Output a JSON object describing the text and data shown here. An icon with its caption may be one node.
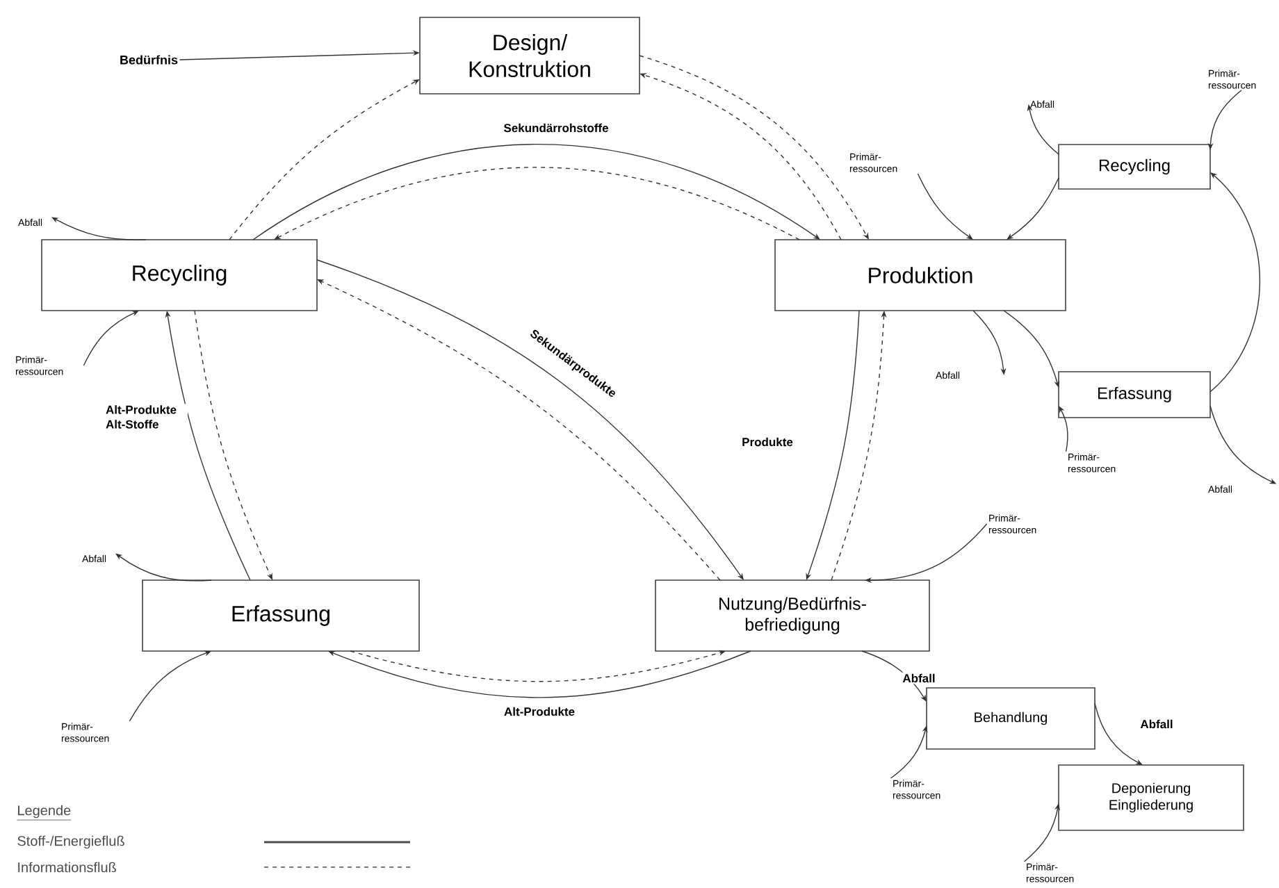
{
  "diagram": {
    "nodes": [
      {
        "text": [
          "Design/ Konstruktion"
        ]
      },
      {
        "text": [
          "Bedürfnis"
        ]
      },
      {
        "text": [
          "Recycling"
        ]
      },
      {
        "text": [
          "Abfall"
        ]
      },
      {
        "text": [
          "Primär- ressourcen"
        ]
      },
      {
        "text": [
          "Produktion"
        ]
      },
      {
        "text": [
          "Primär- ressourcen"
        ]
      },
      {
        "text": [
          "Recycling"
        ]
      },
      {
        "text": [
          "Abfall"
        ]
      },
      {
        "text": [
          "Primär- ressourcen"
        ]
      },
      {
        "text": [
          "Abfall"
        ]
      },
      {
        "text": [
          "Erfassung"
        ]
      },
      {
        "text": [
          "Primär- ressourcen"
        ]
      },
      {
        "text": [
          "Abfall"
        ]
      },
      {
        "text": [
          "Erfassung"
        ]
      },
      {
        "text": [
          "Abfall"
        ]
      },
      {
        "text": [
          "Primär- ressourcen"
        ]
      },
      {
        "text": [
          "Nutzung/Bedürfnis- befriedigung"
        ]
      },
      {
        "text": [
          "Primär- ressourcen"
        ]
      },
      {
        "text": [
          "Behandlung"
        ]
      },
      {
        "text": [
          "Primär- ressourcen"
        ]
      },
      {
        "text": [
          "Deponierung Eingliederung"
        ]
      },
      {
        "text": [
          "Primär- ressourcen"
        ]
      }
    ],
    "edges": [
      {
        "from": 1,
        "to": 0,
        "arrow": "to"
      },
      {
        "from": 2,
        "to": 0,
        "arrow": "to",
        "style": "dashed"
      },
      {
        "from": 0,
        "to": 5,
        "arrow": "to",
        "style": "dashed"
      },
      {
        "from": 5,
        "to": 0,
        "arrow": "to",
        "style": "dashed"
      },
      {
        "from": 2,
        "to": 5,
        "arrow": "to",
        "label": "Sekundärrohstoffe"
      },
      {
        "from": 5,
        "to": 2,
        "arrow": "to",
        "style": "dashed"
      },
      {
        "from": 2,
        "to": 3,
        "arrow": "to"
      },
      {
        "from": 4,
        "to": 2,
        "arrow": "to"
      },
      {
        "from": 2,
        "to": 17,
        "arrow": "to",
        "label": "Sekundärprodukte"
      },
      {
        "from": 17,
        "to": 2,
        "arrow": "to",
        "style": "dashed"
      },
      {
        "from": 5,
        "to": 17,
        "arrow": "to",
        "label": "Produkte"
      },
      {
        "from": 17,
        "to": 5,
        "arrow": "to",
        "style": "dashed"
      },
      {
        "from": 17,
        "to": 14,
        "arrow": "to",
        "label": "Alt-Produkte"
      },
      {
        "from": 14,
        "to": 17,
        "arrow": "to",
        "style": "dashed"
      },
      {
        "from": 14,
        "to": 2,
        "arrow": "to",
        "label": "Alt-Produkte Alt-Stoffe"
      },
      {
        "from": 2,
        "to": 14,
        "arrow": "to",
        "style": "dashed"
      },
      {
        "from": 14,
        "to": 15,
        "arrow": "to"
      },
      {
        "from": 16,
        "to": 14,
        "arrow": "to"
      },
      {
        "from": 6,
        "to": 5,
        "arrow": "to"
      },
      {
        "from": 7,
        "to": 5,
        "arrow": "to"
      },
      {
        "from": 7,
        "to": 8,
        "arrow": "to"
      },
      {
        "from": 9,
        "to": 7,
        "arrow": "to"
      },
      {
        "from": 5,
        "to": 10,
        "arrow": "to"
      },
      {
        "from": 5,
        "to": 11,
        "arrow": "to"
      },
      {
        "from": 11,
        "to": 7,
        "arrow": "to"
      },
      {
        "from": 12,
        "to": 11,
        "arrow": "to"
      },
      {
        "from": 11,
        "to": 13,
        "arrow": "to"
      },
      {
        "from": 18,
        "to": 17,
        "arrow": "to"
      },
      {
        "from": 17,
        "to": 19,
        "arrow": "to",
        "label": "Abfall"
      },
      {
        "from": 20,
        "to": 19,
        "arrow": "to"
      },
      {
        "from": 19,
        "to": 21,
        "arrow": "to",
        "label": "Abfall"
      },
      {
        "from": 22,
        "to": 21,
        "arrow": "to"
      }
    ],
    "labels": [
      "Legende"
    ],
    "legend": [
      {
        "text": "Stoff-/Energiefluß"
      },
      {
        "text": "Informationsfluß"
      }
    ]
  }
}
